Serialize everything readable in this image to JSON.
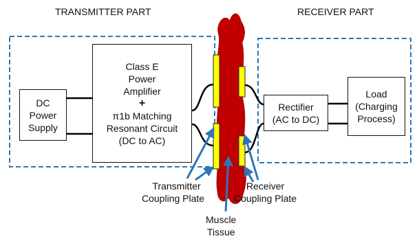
{
  "sections": {
    "transmitter_title": "TRANSMITTER PART",
    "receiver_title": "RECEIVER PART"
  },
  "blocks": {
    "dc_supply": [
      "DC",
      "Power",
      "Supply"
    ],
    "amplifier": [
      "Class E",
      "Power",
      "Amplifier",
      "+",
      "π1b Matching",
      "Resonant Circuit",
      "(DC to AC)"
    ],
    "rectifier": [
      "Rectifier",
      "(AC to DC)"
    ],
    "load": [
      "Load",
      "(Charging",
      "Process)"
    ]
  },
  "labels": {
    "tx_plate": [
      "Transmitter",
      "Coupling Plate"
    ],
    "rx_plate": [
      "Receiver",
      "Coupling Plate"
    ],
    "tissue": [
      "Muscle",
      "Tissue"
    ]
  },
  "colors": {
    "dashed_border": "#2e75b6",
    "tissue": "#c00000",
    "plate": "#ffff00",
    "arrow": "#2e75b6",
    "wire": "#000000"
  }
}
